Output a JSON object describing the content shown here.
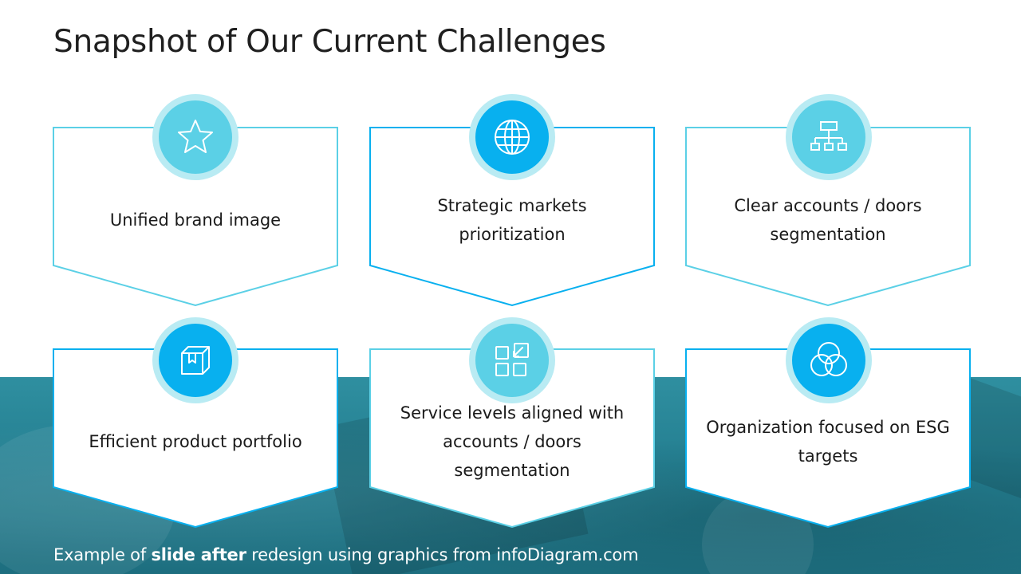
{
  "slide": {
    "title": "Snapshot of Our Current Challenges",
    "footer": {
      "prefix": "Example of ",
      "bold": "slide after",
      "suffix": " redesign using graphics from infoDiagram.com"
    }
  },
  "colors": {
    "light_outline": "#5bd0e6",
    "dark_outline": "#08b0ef",
    "light_badge": "#5bd0e6",
    "dark_badge": "#08b0ef",
    "badge_ring": "#b9ebf3",
    "photo_band": "#247f91"
  },
  "cards": [
    {
      "label": "Unified brand image",
      "icon": "star-icon",
      "tone": "light"
    },
    {
      "label": "Strategic markets prioritization",
      "icon": "globe-icon",
      "tone": "dark"
    },
    {
      "label": "Clear accounts / doors segmentation",
      "icon": "org-chart-icon",
      "tone": "light"
    },
    {
      "label": "Efficient product portfolio",
      "icon": "product-box-icon",
      "tone": "dark"
    },
    {
      "label": "Service levels aligned with accounts / doors segmentation",
      "icon": "grid-arrow-icon",
      "tone": "light"
    },
    {
      "label": "Organization focused on ESG targets",
      "icon": "venn-circles-icon",
      "tone": "dark"
    }
  ]
}
